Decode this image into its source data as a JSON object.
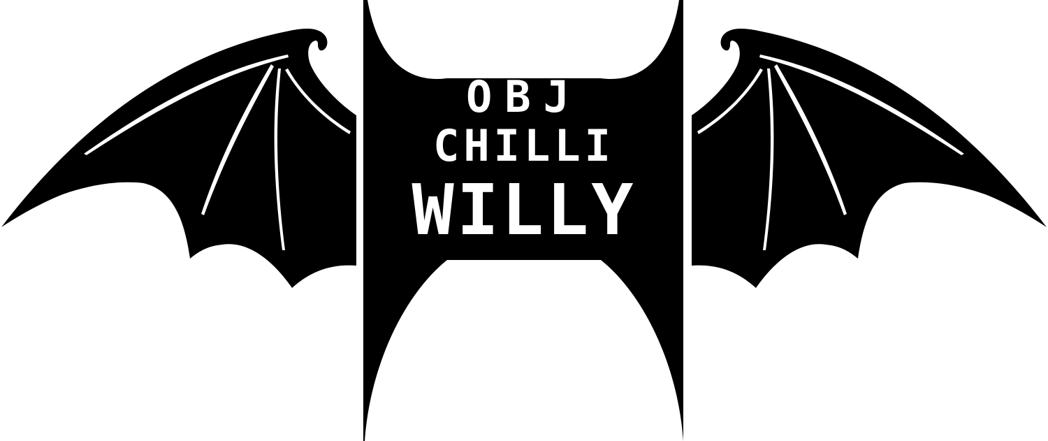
{
  "logo": {
    "wordmark_lines": [
      "OBJ",
      "CHILLI",
      "WILLY"
    ],
    "colors": {
      "ink": "#000000",
      "background": "#ffffff"
    },
    "icons": [
      "bat-wing-left-icon",
      "bat-wing-right-icon",
      "bat-body-icon"
    ]
  }
}
